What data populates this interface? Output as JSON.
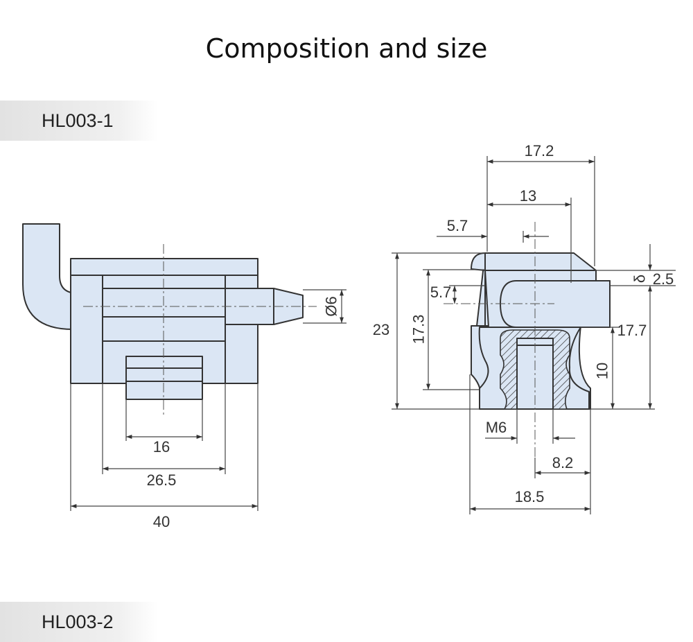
{
  "title": "Composition and size",
  "models": [
    "HL003-1",
    "HL003-2"
  ],
  "colors": {
    "part_fill": "#dbe6f4",
    "line": "#333333",
    "label_bg": "#e8e8e8"
  },
  "front_view": {
    "dims": {
      "pin_diameter": "Ø6",
      "width_16": "16",
      "width_26_5": "26.5",
      "width_40": "40"
    }
  },
  "side_view": {
    "dims": {
      "d17_2": "17.2",
      "d13": "13",
      "d5_7_top": "5.7",
      "d5_7_mid": "5.7",
      "d23": "23",
      "d17_3": "17.3",
      "delta": "δ",
      "d2_5": "2.5",
      "d17_7": "17.7",
      "d10": "10",
      "m6": "M6",
      "d8_2": "8.2",
      "d18_5": "18.5"
    }
  }
}
